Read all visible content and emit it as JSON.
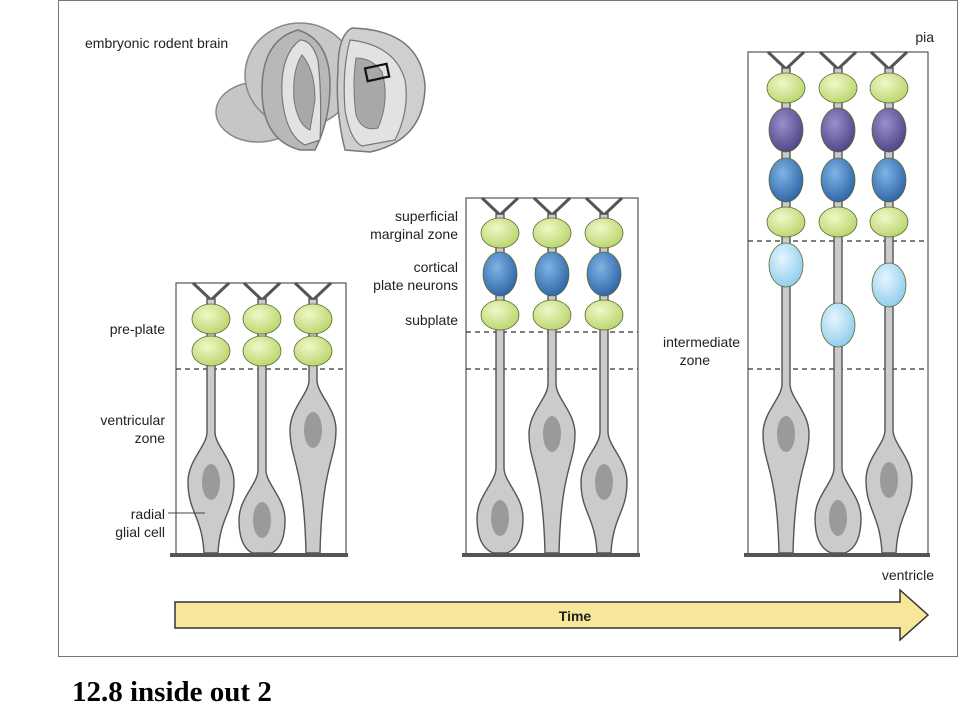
{
  "labels": {
    "brain": "embryonic rodent brain",
    "preplate": "pre-plate",
    "ventricular_1": "ventricular",
    "ventricular_2": "zone",
    "radial_1": "radial",
    "radial_2": "glial cell",
    "superficial_1": "superficial",
    "superficial_2": "marginal zone",
    "cortical_1": "cortical",
    "cortical_2": "plate neurons",
    "subplate": "subplate",
    "intermediate_1": "intermediate",
    "intermediate_2": "zone",
    "pia": "pia",
    "ventricle": "ventricle",
    "time": "Time"
  },
  "caption": "12.8  inside out 2",
  "colors": {
    "green_cell": "#d4e88a",
    "dark_blue_cell": "#3a78b8",
    "purple_cell": "#6a5a9e",
    "light_blue_cell": "#a8d8f0",
    "radial_glia": "#c9c9c9",
    "time_arrow": "#f8e69a",
    "border": "#444444"
  }
}
